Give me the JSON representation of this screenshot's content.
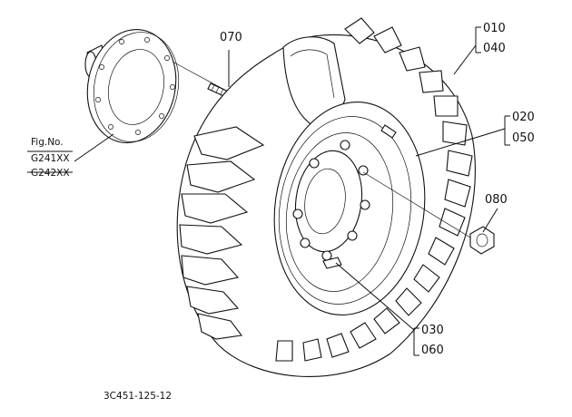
{
  "figure": {
    "ref_title": "Fig.No.",
    "ref_codes": [
      "G241XX",
      "G242XX"
    ],
    "drawing_number": "3C451-125-12"
  },
  "callouts": {
    "c010": "010",
    "c040": "040",
    "c020": "020",
    "c050": "050",
    "c070": "070",
    "c080": "080",
    "c030": "030",
    "c060": "060"
  }
}
